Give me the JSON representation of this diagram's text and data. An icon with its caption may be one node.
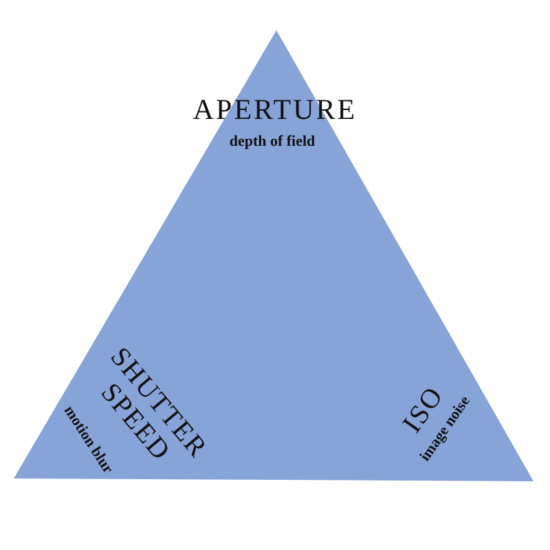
{
  "diagram": {
    "nodes": [
      {
        "text": [
          "APERTURE",
          "depth of field",
          "SHUTTER SPEED",
          "motion blur",
          "ISO",
          "image noise"
        ]
      }
    ]
  }
}
